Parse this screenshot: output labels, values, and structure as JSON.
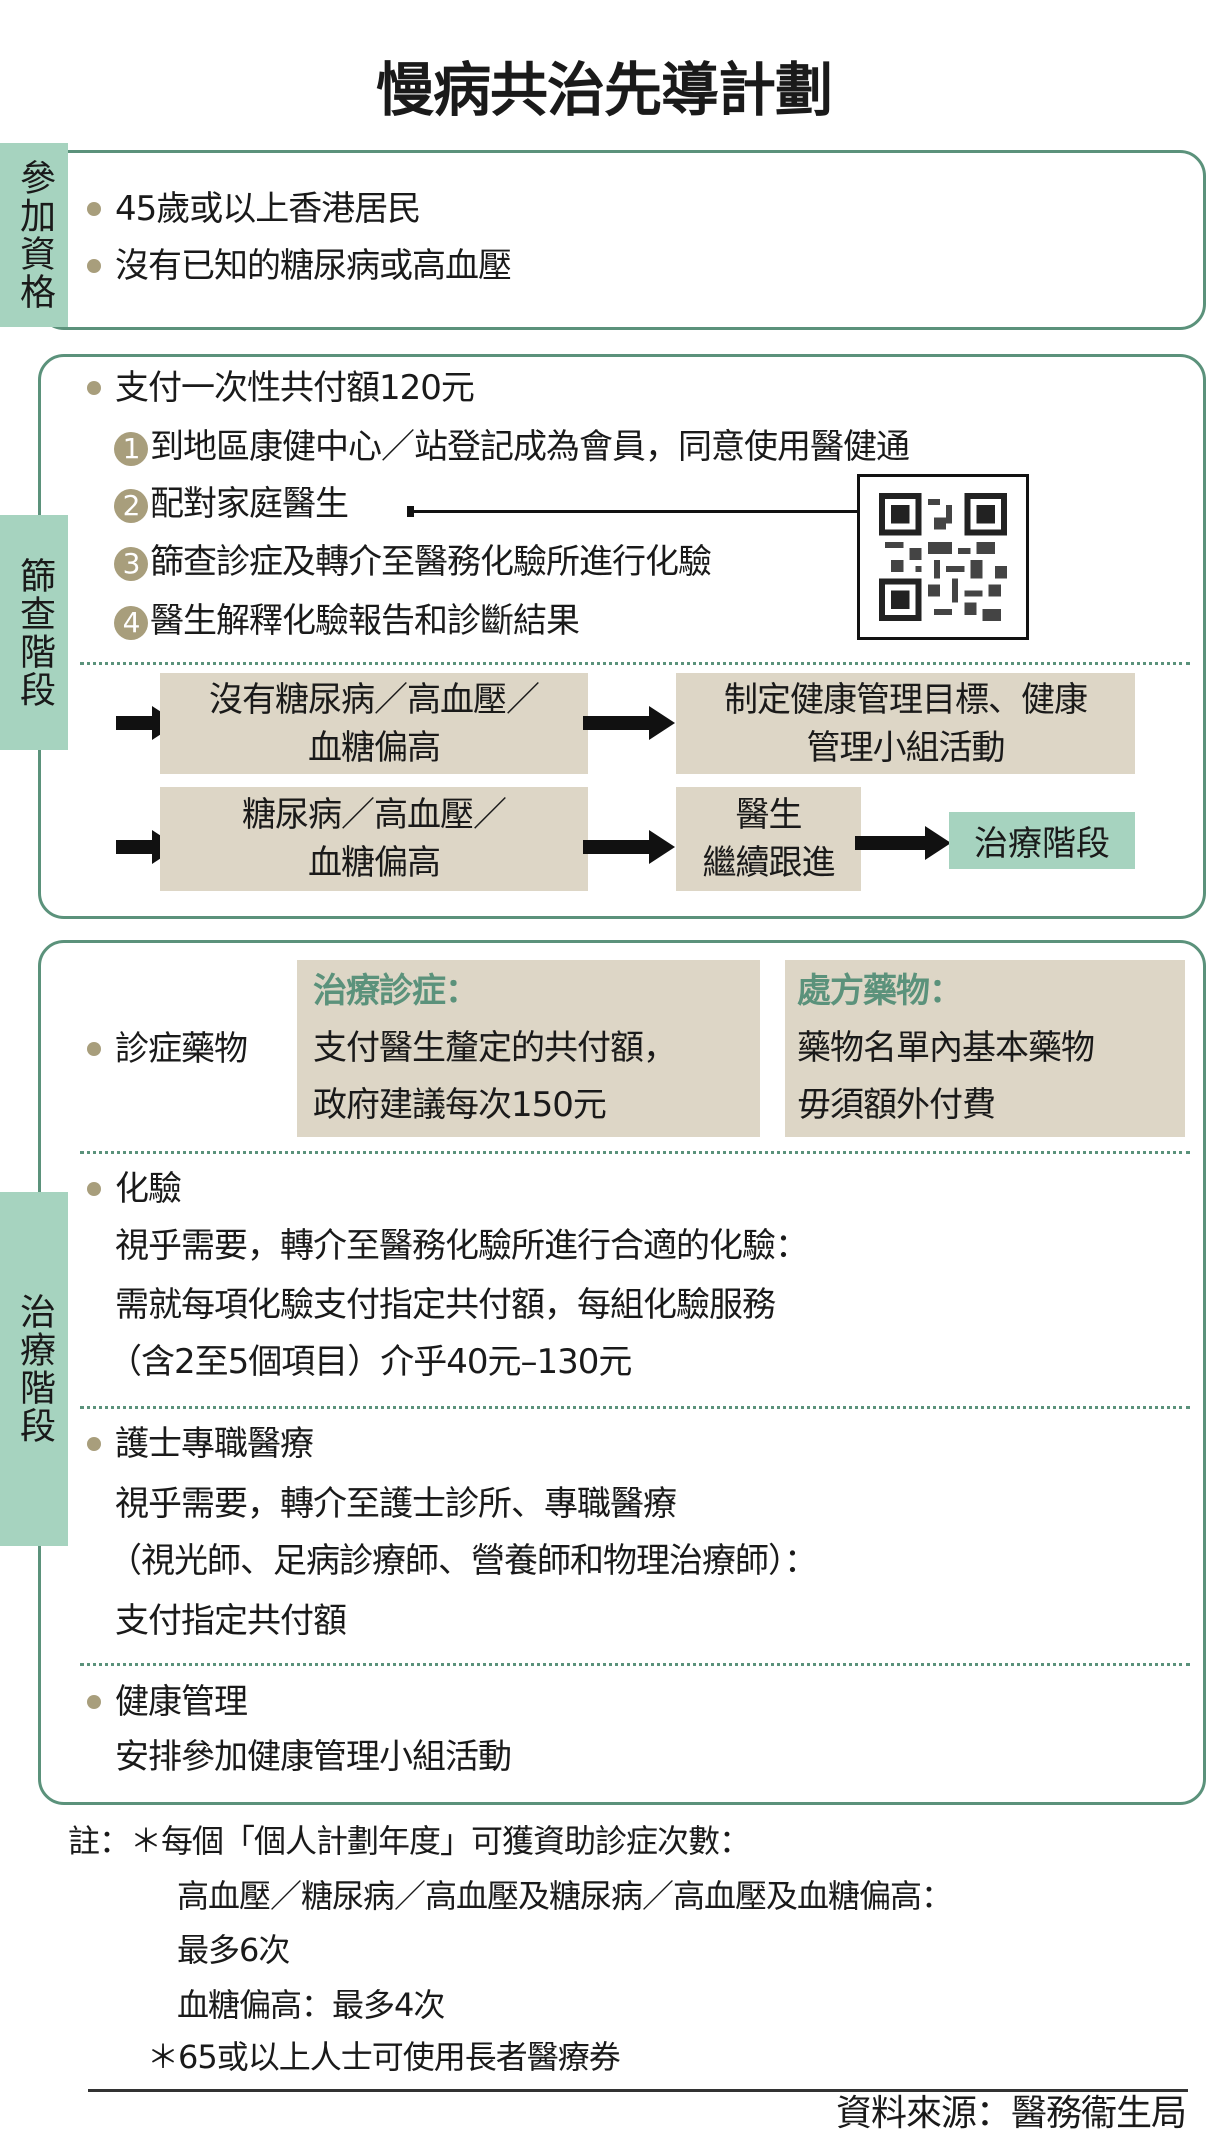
{
  "title": "慢病共治先導計劃",
  "eligibility": {
    "label": "參加資格",
    "items": [
      "45歲或以上香港居民",
      "沒有已知的糖尿病或高血壓"
    ]
  },
  "screening": {
    "label": "篩查階段",
    "fee": "支付一次性共付額120元",
    "steps": [
      {
        "n": "1",
        "text": "到地區康健中心／站登記成為會員，同意使用醫健通"
      },
      {
        "n": "2",
        "text": "配對家庭醫生"
      },
      {
        "n": "3",
        "text": "篩查診症及轉介至醫務化驗所進行化驗"
      },
      {
        "n": "4",
        "text": "醫生解釋化驗報告和診斷結果"
      }
    ],
    "flow": {
      "no_condition": [
        "沒有糖尿病／高血壓／",
        "血糖偏高"
      ],
      "health_goal": [
        "制定健康管理目標、健康",
        "管理小組活動"
      ],
      "condition": [
        "糖尿病／高血壓／",
        "血糖偏高"
      ],
      "followup": [
        "醫生",
        "繼續跟進"
      ],
      "treatment": "治療階段"
    }
  },
  "treatment": {
    "label": "治療階段",
    "consult": {
      "title": "診症藥物",
      "box1": {
        "heading": "治療診症：",
        "lines": [
          "支付醫生釐定的共付額，",
          "政府建議每次150元"
        ]
      },
      "box2": {
        "heading": "處方藥物：",
        "lines": [
          "藥物名單內基本藥物",
          "毋須額外付費"
        ]
      }
    },
    "lab": {
      "title": "化驗",
      "lines": [
        "視乎需要，轉介至醫務化驗所進行合適的化驗：",
        "需就每項化驗支付指定共付額，每組化驗服務",
        "（含2至5個項目）介乎40元–130元"
      ]
    },
    "nurse": {
      "title": "護士專職醫療",
      "lines": [
        "視乎需要，轉介至護士診所、專職醫療",
        "（視光師、足病診療師、營養師和物理治療師）：",
        "支付指定共付額"
      ]
    },
    "health": {
      "title": "健康管理",
      "lines": [
        "安排參加健康管理小組活動"
      ]
    }
  },
  "notes": {
    "lines": [
      "註：＊每個「個人計劃年度」可獲資助診症次數：",
      "高血壓／糖尿病／高血壓及糖尿病／高血壓及血糖偏高：",
      "最多6次",
      "血糖偏高：最多4次",
      "＊65或以上人士可使用長者醫療券"
    ]
  },
  "source": "資料來源：醫務衞生局"
}
